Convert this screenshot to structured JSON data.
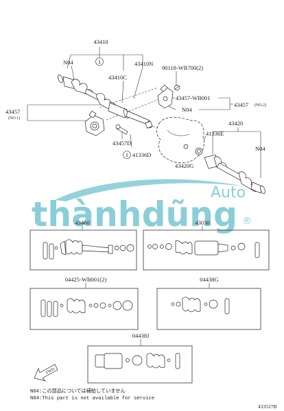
{
  "labels": {
    "main_assy": "43410",
    "n04_a": "N04",
    "circle1_a": "1",
    "l43410N": "43410N",
    "l43410C": "43410C",
    "l90118": "90118-WB700(2)",
    "l43457_wb": "43457-WB001",
    "l43457_right": "43457",
    "no2": "(NO.2)",
    "n04_b": "N04",
    "l43457_left": "43457",
    "no1": "(NO.1)",
    "l43420": "43420",
    "l41336E": "41336E",
    "n04_c": "N04",
    "l43457D": "43457D",
    "circle1_b": "1",
    "l41336D": "41336D",
    "l43420G": "43420G"
  },
  "kits": {
    "k43460": "43460",
    "k43030": "43030",
    "k04425": "04425-WB001(2)",
    "k04438G": "04438G",
    "k04438J": "04438J"
  },
  "watermark": {
    "brand": "thànhdũng",
    "auto": "Auto",
    "reg": "®"
  },
  "notes": {
    "jp": "N04:この部品については補給していません",
    "en": "N04:This part is not available for service"
  },
  "footer": {
    "fwd": "FWD",
    "ref_code": "433527B"
  }
}
